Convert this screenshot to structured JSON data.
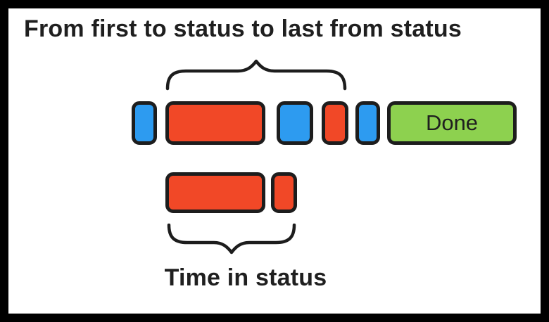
{
  "title": "From first to status to last from status",
  "bottom_label": "Time in status",
  "colors": {
    "blue": "#2d9bf0",
    "red": "#f14827",
    "green": "#8dd14f",
    "stroke": "#1d1d1d",
    "text": "#1f1f1f",
    "frame": "#000000",
    "background": "#ffffff"
  },
  "top_row": {
    "blocks": [
      {
        "color": "blue"
      },
      {
        "color": "red"
      },
      {
        "color": "blue"
      },
      {
        "color": "red"
      },
      {
        "color": "blue"
      },
      {
        "color": "green",
        "label": "Done"
      }
    ]
  },
  "bottom_row": {
    "blocks": [
      {
        "color": "red"
      },
      {
        "color": "red"
      }
    ]
  }
}
